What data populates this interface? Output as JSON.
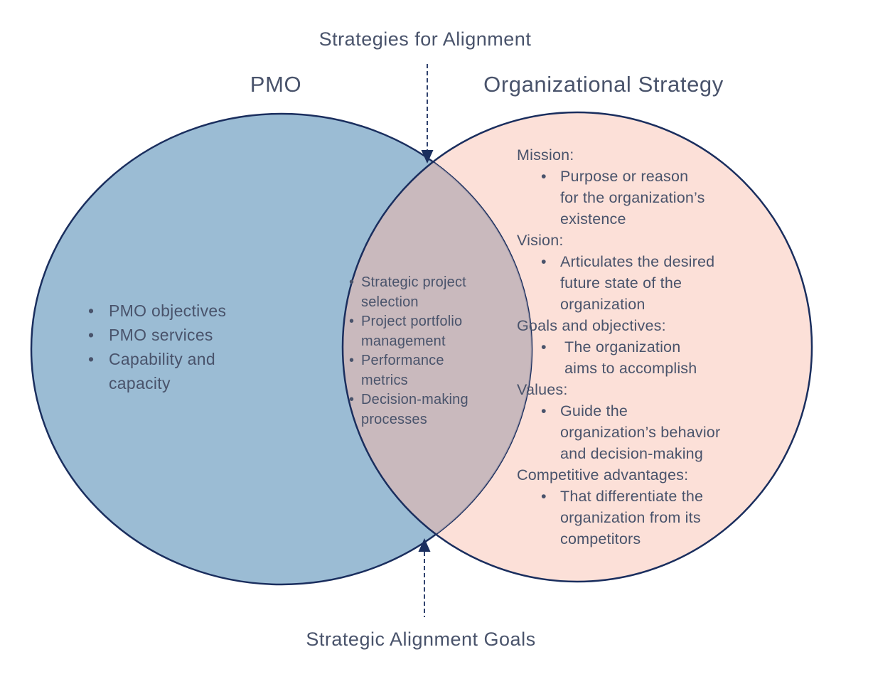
{
  "diagram": {
    "top_label": "Strategies for Alignment",
    "bottom_label": "Strategic Alignment Goals",
    "left_circle": {
      "title": "PMO",
      "items": [
        "PMO objectives",
        "PMO services",
        "Capability and capacity"
      ]
    },
    "overlap": {
      "items": [
        "Strategic project selection",
        "Project portfolio management",
        "Performance metrics",
        "Decision-making processes"
      ]
    },
    "right_circle": {
      "title": "Organizational Strategy",
      "sections": [
        {
          "header": "Mission:",
          "bullet": "Purpose or reason for the organization’s existence"
        },
        {
          "header": "Vision:",
          "bullet": "Articulates the desired future state of the organization"
        },
        {
          "header": "Goals and objectives:",
          "bullet": "The organization aims to accomplish"
        },
        {
          "header": "Values:",
          "bullet": "Guide the organization’s behavior and decision-making"
        },
        {
          "header": "Competitive advantages:",
          "bullet": "That differentiate the organization from its competitors"
        }
      ]
    },
    "colors": {
      "left_fill": "#9bbcd4",
      "right_fill": "#fce0d8",
      "overlap_fill": "#bdb0b7",
      "outline": "#1a2e5e",
      "text": "#49536b"
    }
  }
}
